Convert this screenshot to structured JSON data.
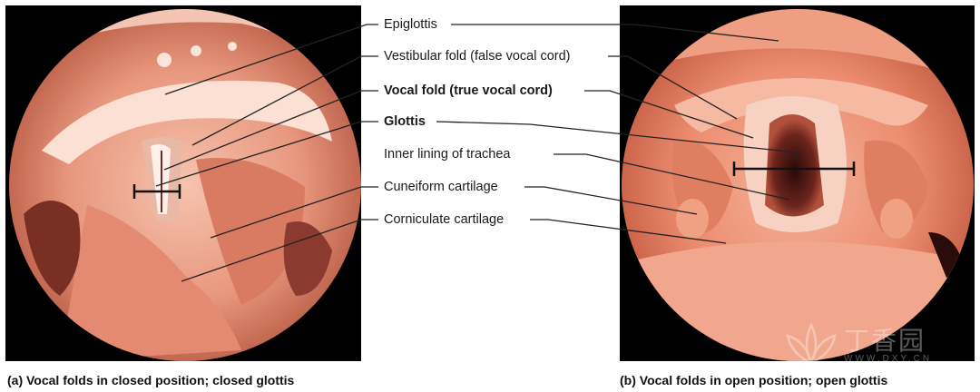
{
  "labels": [
    {
      "id": "epiglottis",
      "text": "Epiglottis",
      "bold": false
    },
    {
      "id": "vestibular",
      "text": "Vestibular fold (false vocal cord)",
      "bold": false
    },
    {
      "id": "vocal",
      "text": "Vocal fold (true vocal cord)",
      "bold": true
    },
    {
      "id": "glottis",
      "text": "Glottis",
      "bold": true
    },
    {
      "id": "trachea",
      "text": "Inner lining of trachea",
      "bold": false
    },
    {
      "id": "cuneiform",
      "text": "Cuneiform cartilage",
      "bold": false
    },
    {
      "id": "corniculate",
      "text": "Corniculate cartilage",
      "bold": false
    }
  ],
  "captions": {
    "a": "(a) Vocal folds in closed position; closed glottis",
    "b": "(b) Vocal folds in open position; open glottis"
  },
  "watermark": {
    "text": "丁香园",
    "url": "WWW.DXY.CN"
  },
  "colors": {
    "tissue_light": "#f2b5a0",
    "tissue_mid": "#e48a72",
    "tissue_dark": "#b8533f",
    "cavity": "#5a1d18",
    "leader": "#222222"
  }
}
